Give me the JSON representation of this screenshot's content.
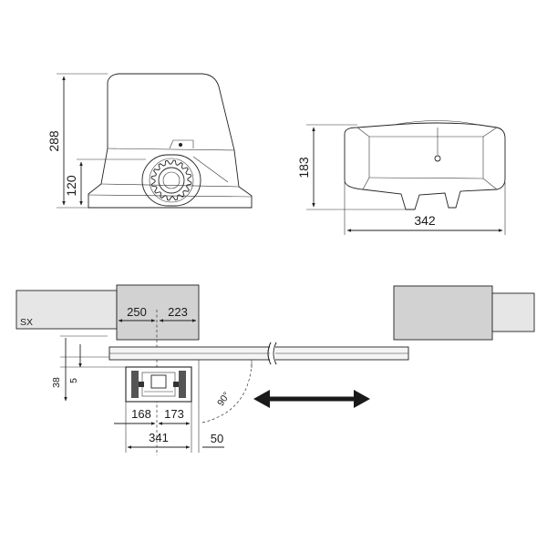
{
  "side_view": {
    "height_label": "288",
    "gear_height_label": "120"
  },
  "top_view": {
    "height_label": "183",
    "width_label": "342"
  },
  "installation": {
    "side_label": "SX",
    "pillar_left_label": "250",
    "pillar_right_label": "223",
    "offset_label": "38",
    "small_label": "5",
    "base_left_label": "168",
    "base_right_label": "173",
    "base_total_label": "341",
    "gap_label": "50",
    "angle_label": "90°"
  },
  "colors": {
    "line": "#222222",
    "wall_fill": "#e6e6e6",
    "pillar_fill": "#d2d2d2",
    "motor_fill": "#c8c8c8",
    "arrow": "#1a1a1a"
  }
}
